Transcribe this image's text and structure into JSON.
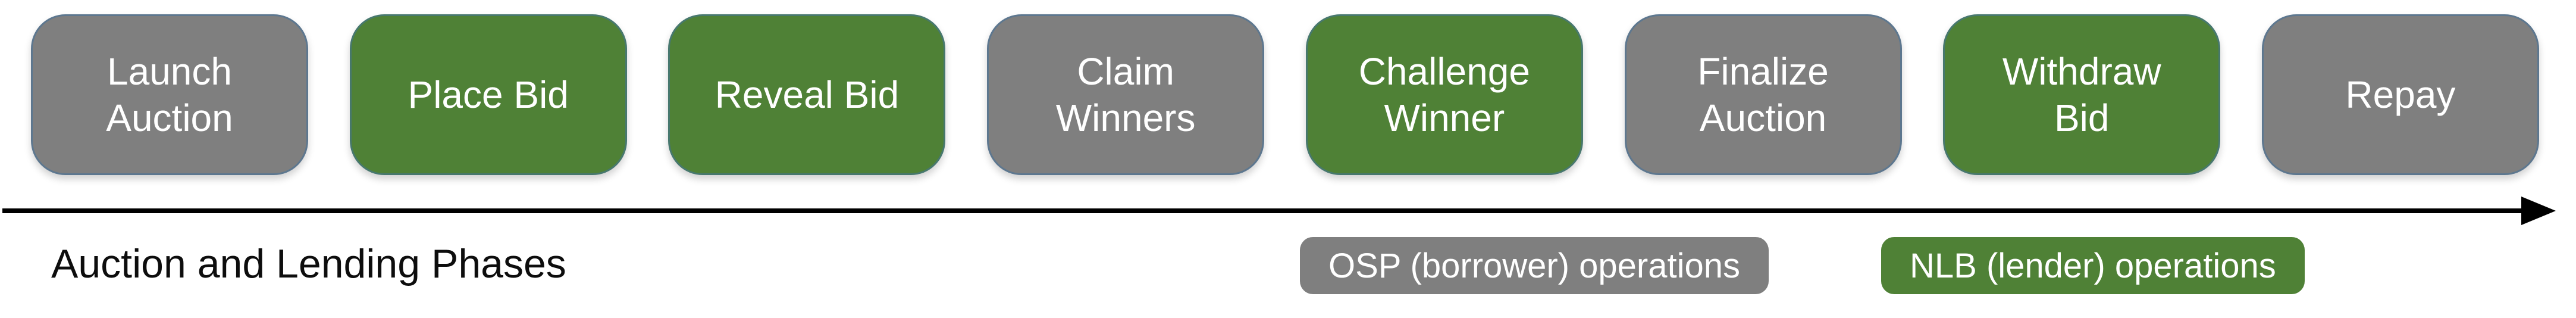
{
  "phases": [
    {
      "label": "Launch Auction",
      "color": "gray"
    },
    {
      "label": "Place Bid",
      "color": "green"
    },
    {
      "label": "Reveal Bid",
      "color": "green"
    },
    {
      "label": "Claim Winners",
      "color": "gray"
    },
    {
      "label": "Challenge Winner",
      "color": "green"
    },
    {
      "label": "Finalize Auction",
      "color": "gray"
    },
    {
      "label": "Withdraw Bid",
      "color": "green"
    },
    {
      "label": "Repay",
      "color": "gray"
    }
  ],
  "footer": {
    "axis_label": "Auction and Lending Phases"
  },
  "legend": {
    "items": [
      {
        "label": "OSP (borrower) operations",
        "color": "gray"
      },
      {
        "label": "NLB (lender) operations",
        "color": "green"
      }
    ]
  },
  "colors": {
    "gray": "#7f7f7f",
    "green": "#4f8136",
    "text": "#ffffff",
    "arrow": "#000000"
  }
}
